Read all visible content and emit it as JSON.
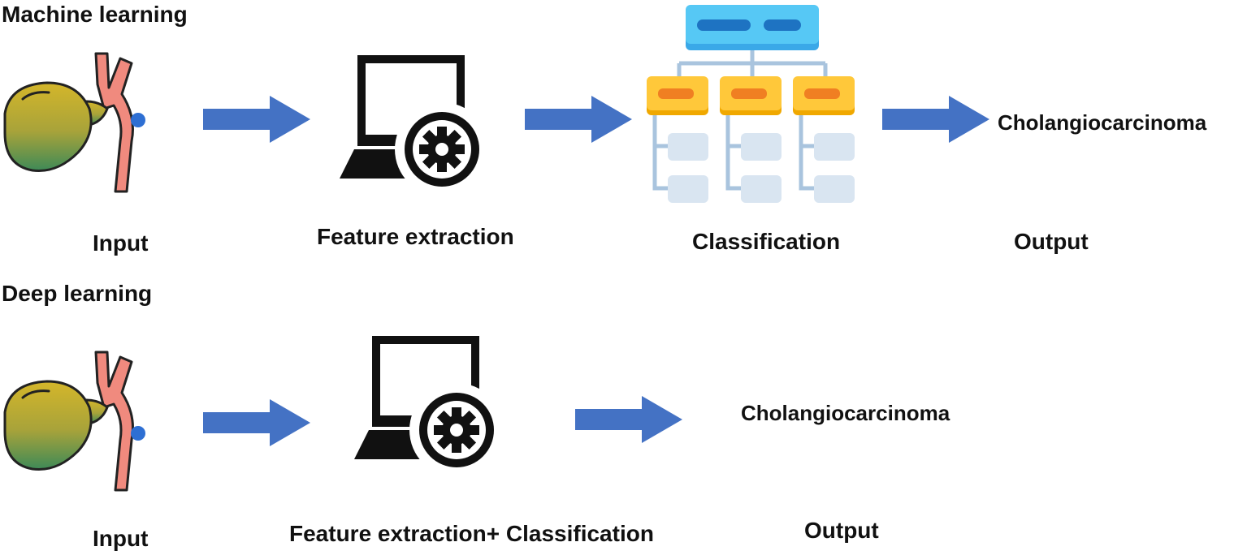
{
  "machine": {
    "title": "Machine learning",
    "input_label": "Input",
    "feature_label": "Feature extraction",
    "classification_label": "Classification",
    "output_label": "Output",
    "output_value": "Cholangiocarcinoma"
  },
  "deep": {
    "title": "Deep learning",
    "input_label": "Input",
    "combined_label": "Feature extraction+ Classification",
    "output_label": "Output",
    "output_value": "Cholangiocarcinoma"
  },
  "colors": {
    "arrow": "#4472C4",
    "duct": "#F08A7E",
    "gallbladder_top": "#C8B52A",
    "gallbladder_bottom": "#3E8A57",
    "tree_top": "#4FC3F7",
    "tree_mid": "#FFC107",
    "tree_low": "#D6E3EF"
  }
}
